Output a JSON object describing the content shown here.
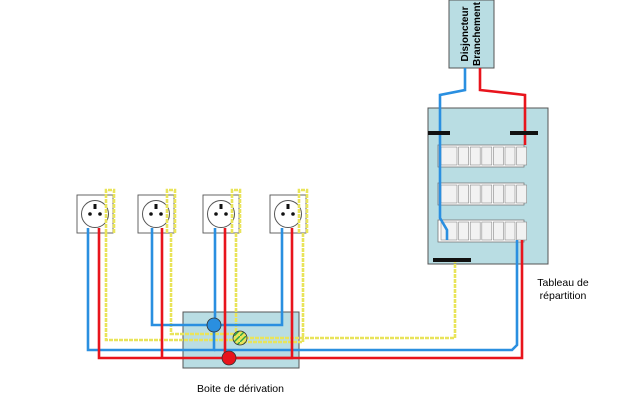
{
  "labels": {
    "breaker_line1": "Disjoncteur",
    "breaker_line2": "Branchement",
    "panel_line1": "Tableau de",
    "panel_line2": "répartition",
    "junction_box": "Boite de dérivation"
  },
  "colors": {
    "phase": "#e8141c",
    "neutral": "#2a8fe0",
    "earth": "#e9e45a",
    "box_fill": "#b9dde3",
    "box_stroke": "#555555",
    "bar": "#111111"
  },
  "sockets": [
    {
      "name": "socket-1"
    },
    {
      "name": "socket-2"
    },
    {
      "name": "socket-3"
    },
    {
      "name": "socket-4"
    }
  ]
}
